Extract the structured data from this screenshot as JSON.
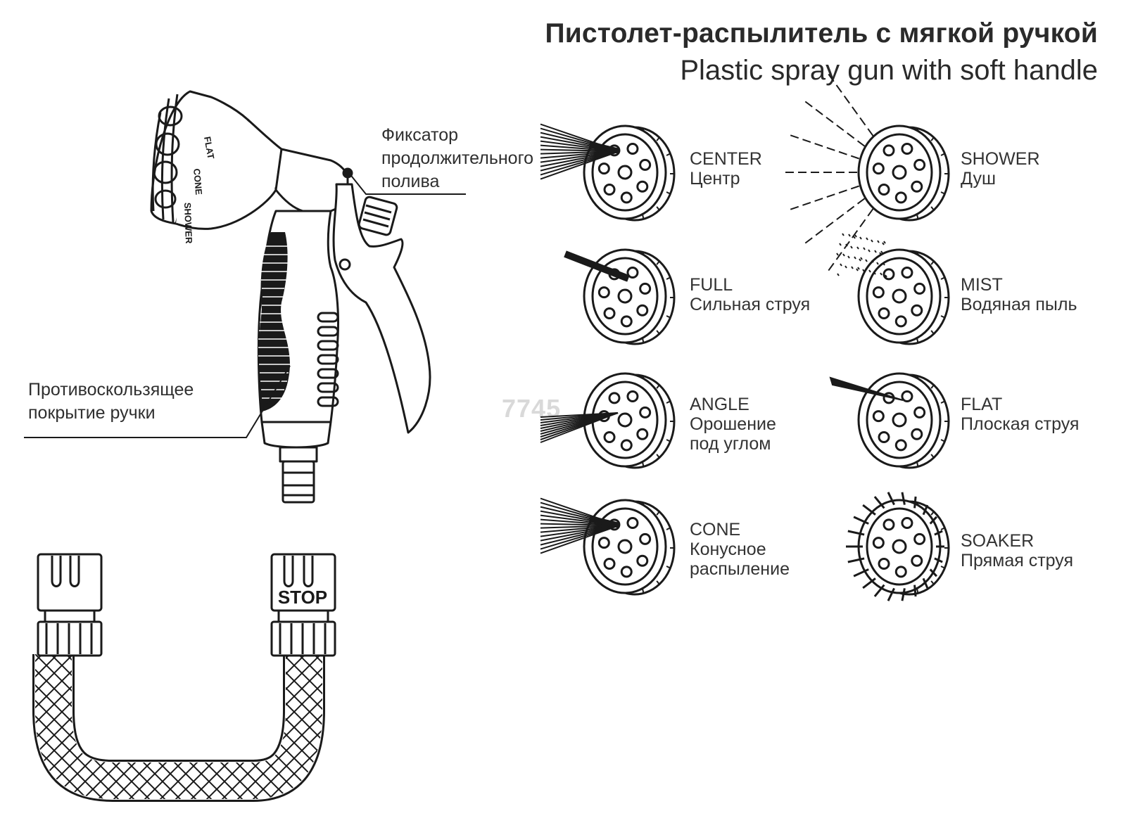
{
  "title": {
    "ru": "Пистолет-распылитель с мягкой ручкой",
    "en": "Plastic spray gun with soft handle"
  },
  "callouts": {
    "lock": [
      "Фиксатор",
      "продолжительного",
      "полива"
    ],
    "grip": [
      "Противоскользящее",
      "покрытие ручки"
    ]
  },
  "nozzle_ring_labels": [
    "FLAT",
    "CONE",
    "SHOWER"
  ],
  "connector_label": "STOP",
  "watermark": "7745",
  "modes": [
    {
      "en": "CENTER",
      "ru": [
        "Центр"
      ],
      "icon": "center-spray-icon"
    },
    {
      "en": "SHOWER",
      "ru": [
        "Душ"
      ],
      "icon": "shower-spray-icon"
    },
    {
      "en": "FULL",
      "ru": [
        "Сильная струя"
      ],
      "icon": "full-spray-icon"
    },
    {
      "en": "MIST",
      "ru": [
        "Водяная пыль"
      ],
      "icon": "mist-spray-icon"
    },
    {
      "en": "ANGLE",
      "ru": [
        "Орошение",
        "под углом"
      ],
      "icon": "angle-spray-icon"
    },
    {
      "en": "FLAT",
      "ru": [
        "Плоская струя"
      ],
      "icon": "flat-spray-icon"
    },
    {
      "en": "CONE",
      "ru": [
        "Конусное",
        "распыление"
      ],
      "icon": "cone-spray-icon"
    },
    {
      "en": "SOAKER",
      "ru": [
        "Прямая струя"
      ],
      "icon": "soaker-spray-icon"
    }
  ]
}
